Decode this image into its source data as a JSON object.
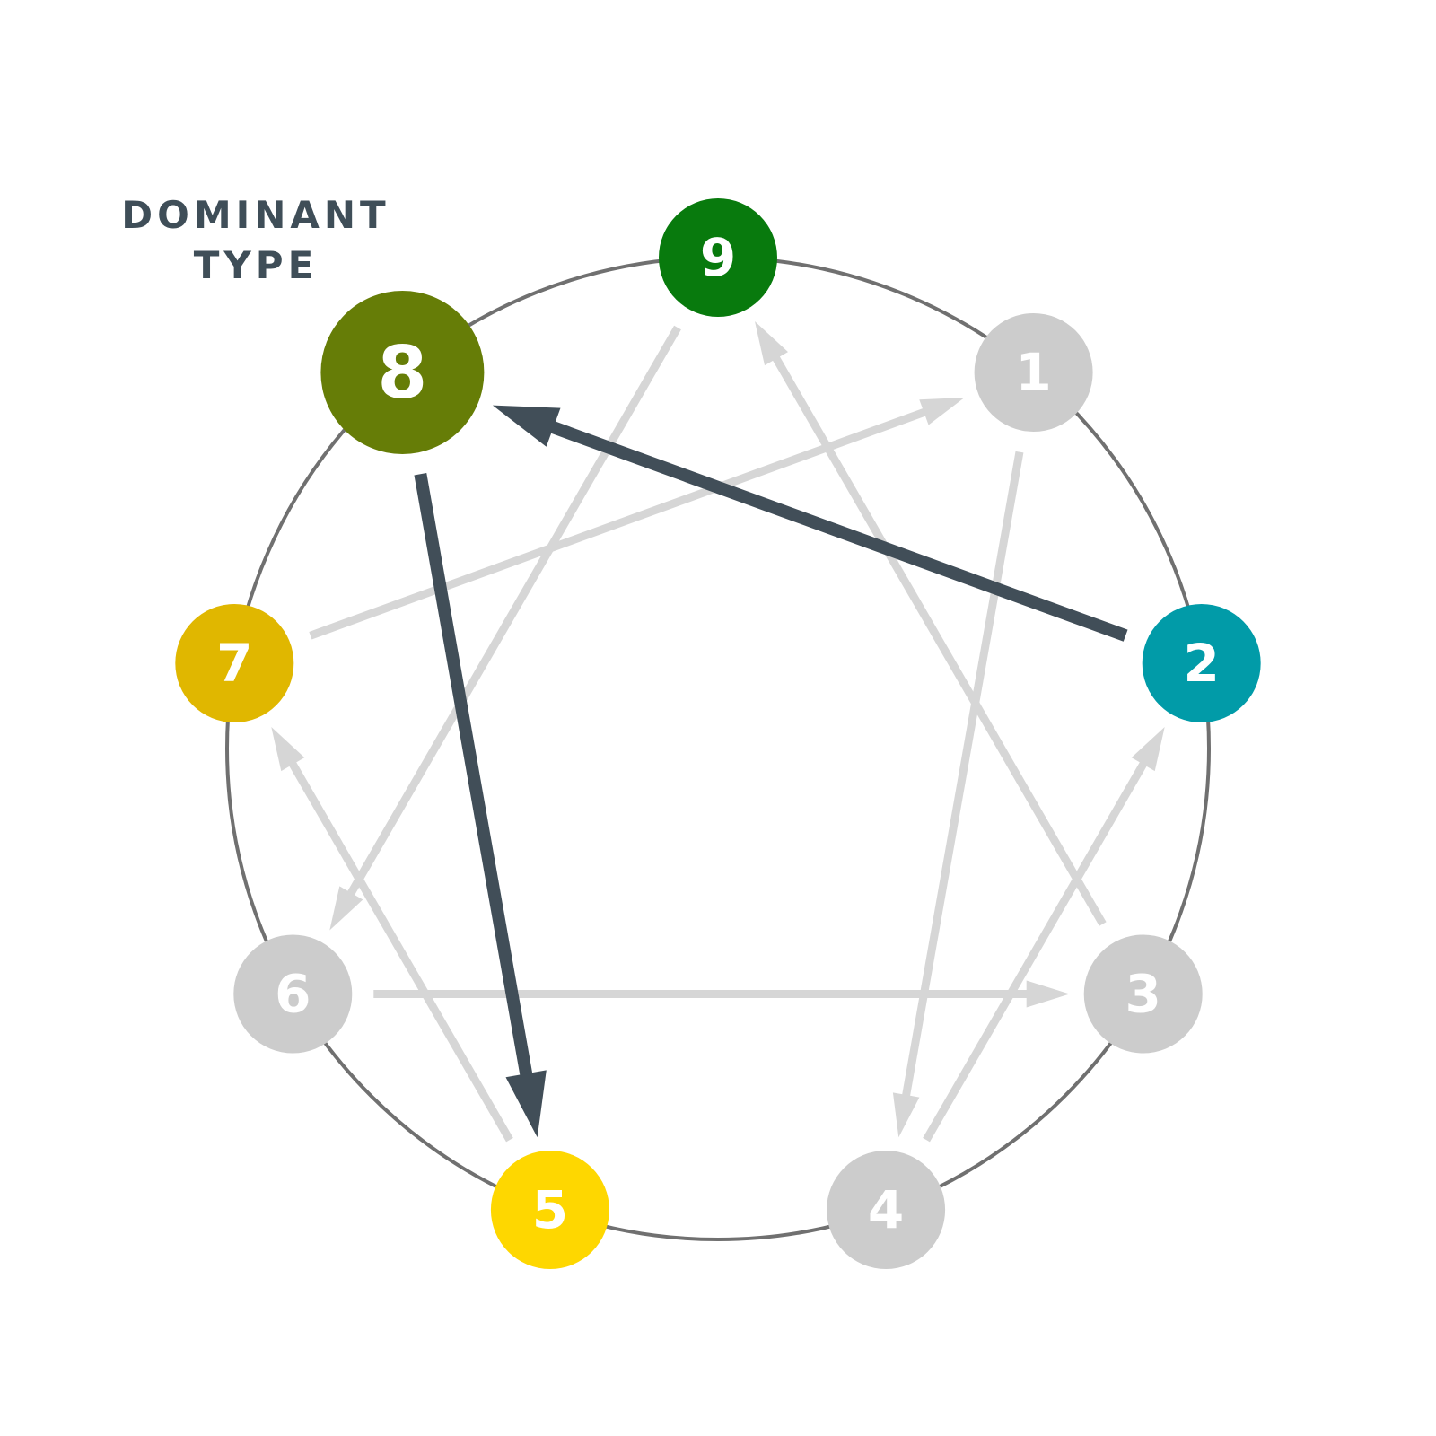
{
  "label": {
    "line1": "DOMINANT",
    "line2": "TYPE"
  },
  "colors": {
    "ring": "#707070",
    "inactive_arrow": "#d6d6d6",
    "active_arrow": "#414e58",
    "inactive_node": "#cccccc",
    "label_text": "#3f4e58"
  },
  "nodes": [
    {
      "number": "1",
      "color": "#cccccc",
      "dominant": false
    },
    {
      "number": "2",
      "color": "#019ba8",
      "dominant": false
    },
    {
      "number": "3",
      "color": "#cccccc",
      "dominant": false
    },
    {
      "number": "4",
      "color": "#cccccc",
      "dominant": false
    },
    {
      "number": "5",
      "color": "#fed700",
      "dominant": false
    },
    {
      "number": "6",
      "color": "#cccccc",
      "dominant": false
    },
    {
      "number": "7",
      "color": "#e0b700",
      "dominant": false
    },
    {
      "number": "8",
      "color": "#667d07",
      "dominant": true
    },
    {
      "number": "9",
      "color": "#087a0d",
      "dominant": false
    }
  ],
  "arrows": [
    {
      "from": "1",
      "to": "4",
      "active": false
    },
    {
      "from": "4",
      "to": "2",
      "active": false
    },
    {
      "from": "2",
      "to": "8",
      "active": true
    },
    {
      "from": "8",
      "to": "5",
      "active": true
    },
    {
      "from": "5",
      "to": "7",
      "active": false
    },
    {
      "from": "7",
      "to": "1",
      "active": false
    },
    {
      "from": "3",
      "to": "9",
      "active": false
    },
    {
      "from": "9",
      "to": "6",
      "active": false
    },
    {
      "from": "6",
      "to": "3",
      "active": false
    }
  ]
}
